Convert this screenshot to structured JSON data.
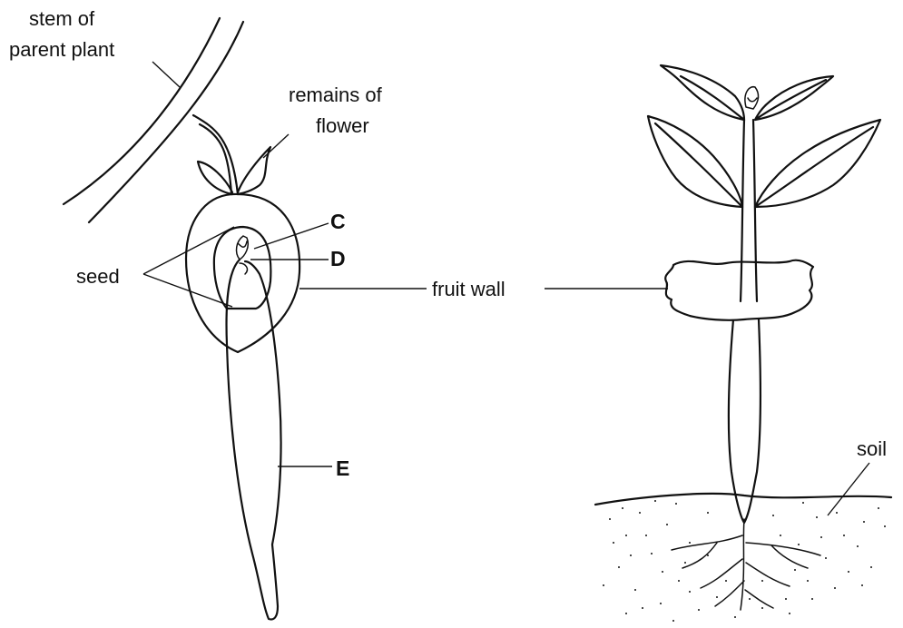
{
  "labels": {
    "stem_of": "stem of",
    "parent_plant": "parent plant",
    "remains_of": "remains of",
    "flower": "flower",
    "c": "C",
    "d": "D",
    "seed": "seed",
    "fruit_wall": "fruit wall",
    "e": "E",
    "soil": "soil"
  }
}
